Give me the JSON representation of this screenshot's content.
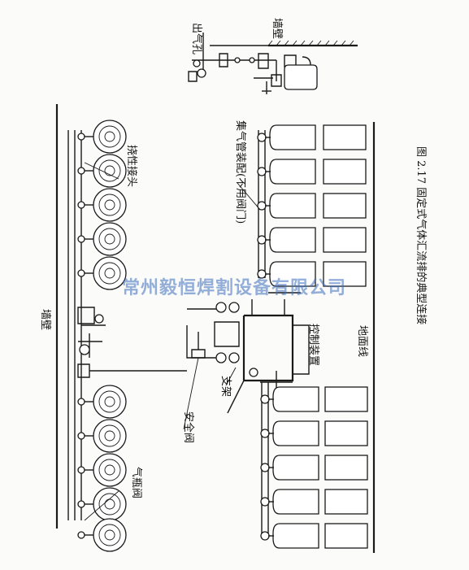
{
  "labels": {
    "wall_top": "墙壁",
    "outlet": "出气孔",
    "flex_hose": "挠性接头",
    "manifold_note": "集气管装配(不用阀门)",
    "wall_left": "墙壁",
    "control_unit": "控制装置",
    "ground_line": "地面线",
    "support": "支架",
    "safety_valve": "安全阀",
    "cylinder_valve": "气瓶阀",
    "caption": "图 2.17  固定式气体汇流排的典型连接"
  },
  "watermark": "常州毅恒焊割设备有限公司",
  "colors": {
    "line": "#1a1a1a",
    "watermark": "#3c6ebe"
  }
}
